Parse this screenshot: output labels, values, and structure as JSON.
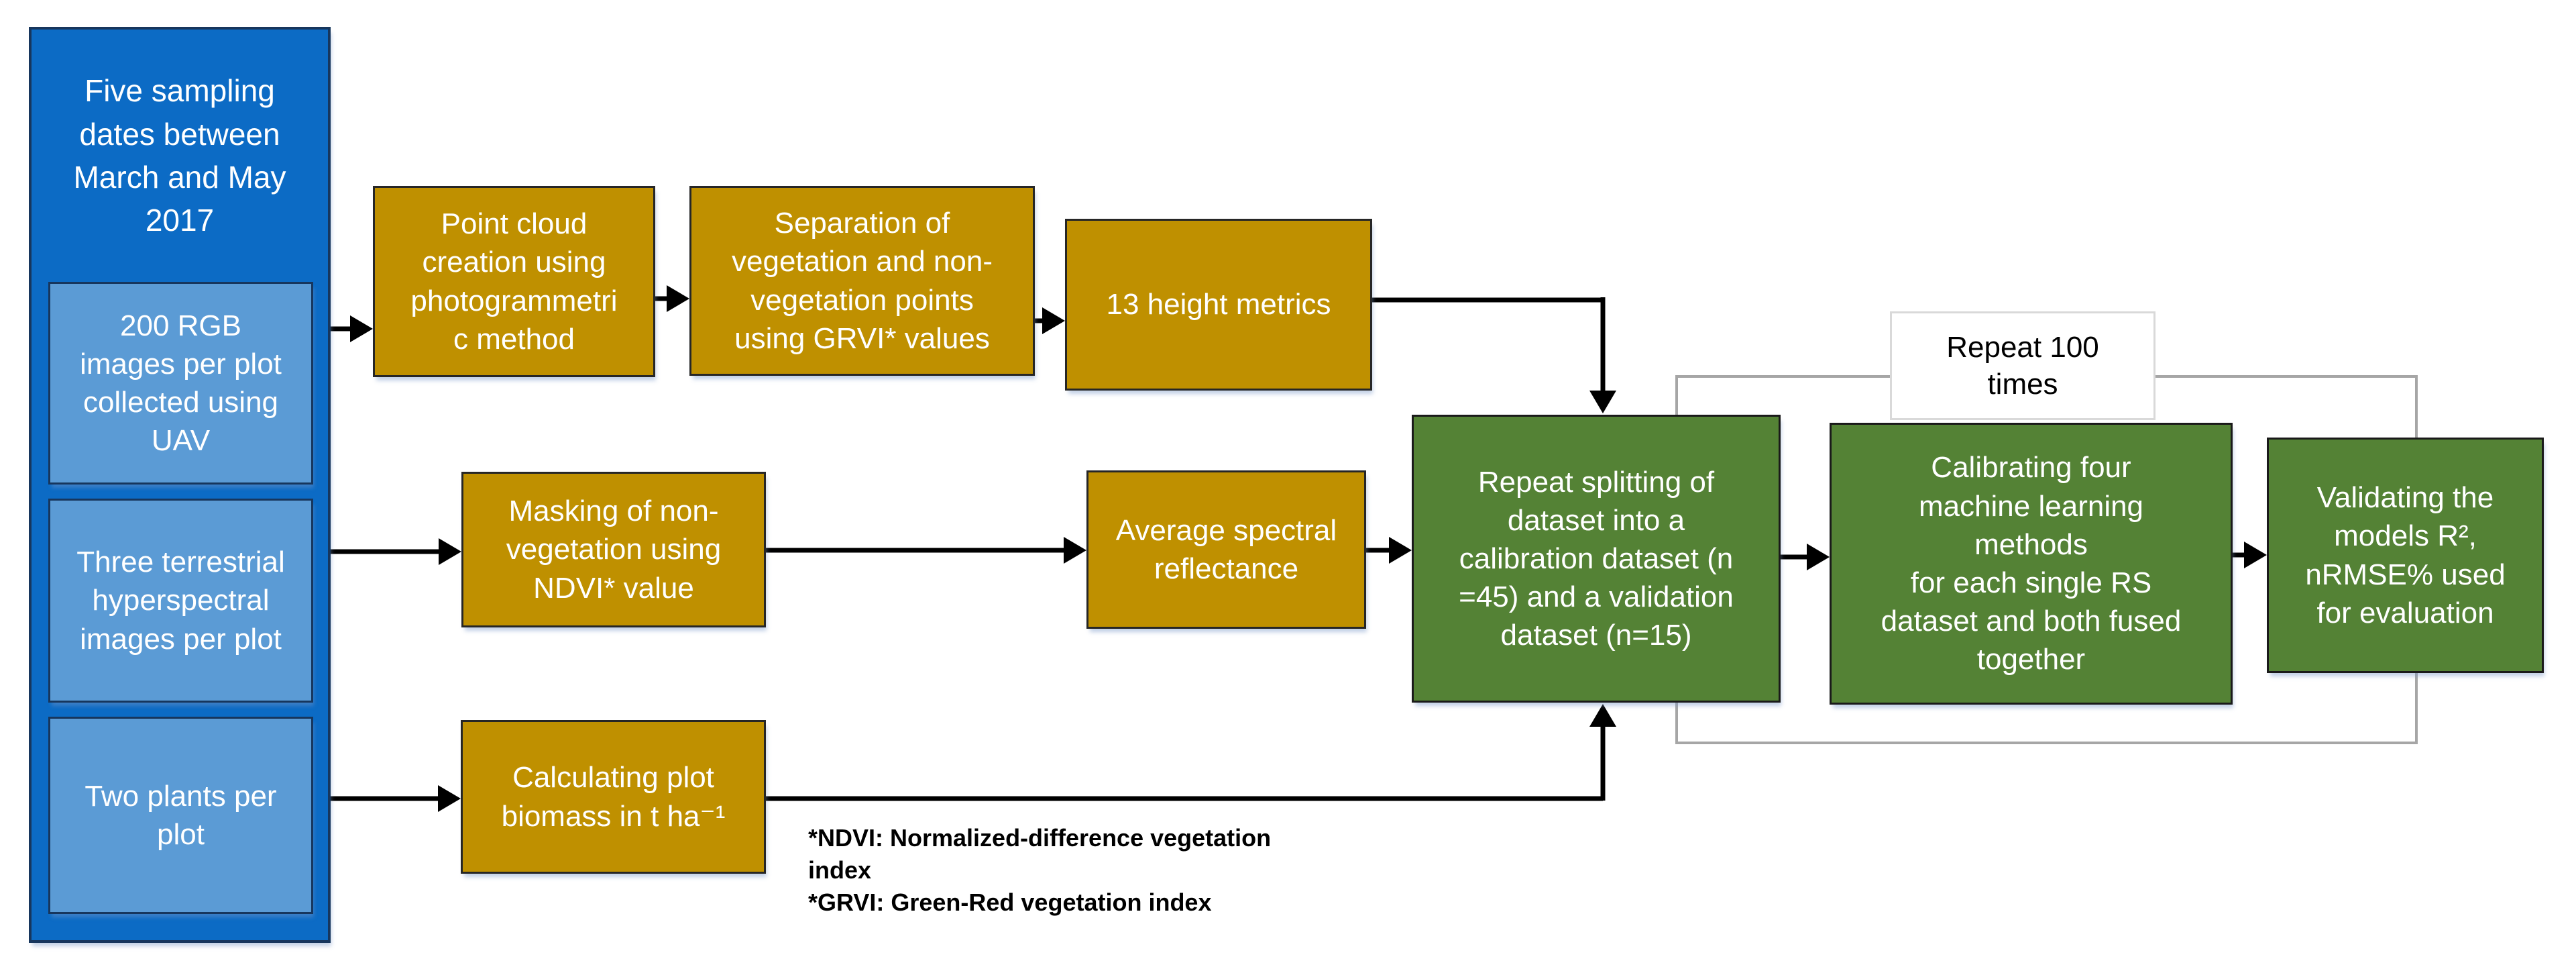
{
  "diagram": {
    "title_none_shown": "",
    "nodes": {
      "header": "Five sampling\ndates between\nMarch and May\n2017",
      "rgb_source": "200 RGB\nimages per plot\ncollected using\nUAV",
      "hyperspectral_source": "Three terrestrial\nhyperspectral\nimages per plot",
      "plants_source": "Two plants per\nplot",
      "point_cloud": "Point cloud\ncreation using\nphotogrammetri\nc method",
      "separation": "Separation of\nvegetation and non-\nvegetation points\nusing GRVI* values",
      "height_metrics": "13 height metrics",
      "masking": "Masking of non-\nvegetation using\nNDVI* value",
      "reflectance": "Average spectral\nreflectance",
      "biomass": "Calculating plot\nbiomass in t ha⁻¹",
      "splitting": "Repeat splitting of\ndataset into a\ncalibration dataset (n\n=45) and a validation\ndataset (n=15)",
      "calibrating": "Calibrating four\nmachine learning\nmethods\nfor each single RS\ndataset and both fused\ntogether",
      "validating": "Validating the\nmodels R²,\nnRMSE%  used\nfor evaluation",
      "repeat_label": "Repeat 100\ntimes"
    },
    "footnotes": "*NDVI: Normalized-difference vegetation\nindex\n*GRVI: Green-Red vegetation index",
    "colors": {
      "input_dark_blue": "#0C6BC5",
      "input_light_blue": "#5B9BD5",
      "process_gold": "#BF9000",
      "model_green": "#548235",
      "arrow_black": "#000000",
      "repeat_loop_gray": "#A6A6A6",
      "label_border_gray": "#D9D9D9",
      "blue_border": "#17365D"
    }
  }
}
